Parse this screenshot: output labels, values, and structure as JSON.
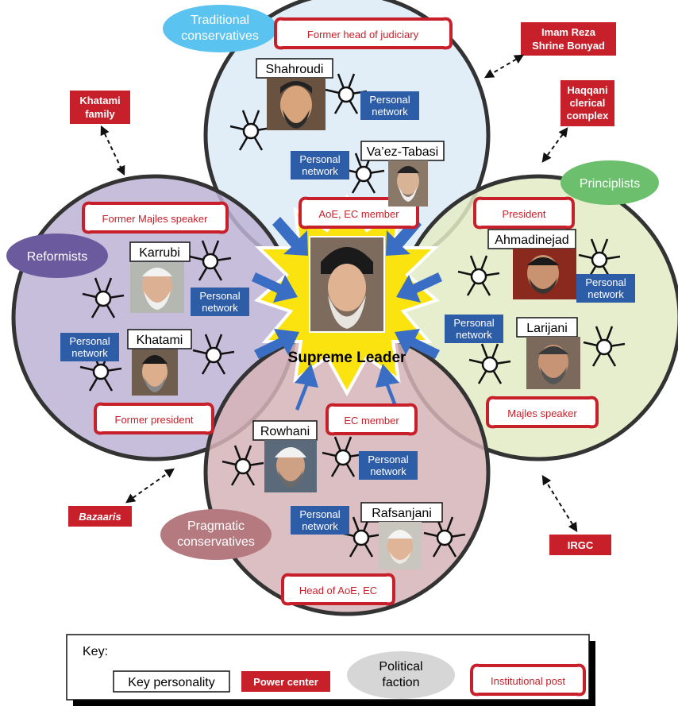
{
  "center": {
    "label": "Supreme Leader"
  },
  "factions": {
    "traditional": "Traditional conservatives",
    "reformists": "Reformists",
    "principlists": "Principlists",
    "pragmatic": "Pragmatic conservatives"
  },
  "personalities": {
    "shahroudi": "Shahroudi",
    "vaez_tabasi": "Va’ez-Tabasi",
    "karrubi": "Karrubi",
    "khatami": "Khatami",
    "ahmadinejad": "Ahmadinejad",
    "larijani": "Larijani",
    "rowhani": "Rowhani",
    "rafsanjani": "Rafsanjani"
  },
  "posts": {
    "shahroudi": "Former head of judiciary",
    "vaez_tabasi": "AoE, EC member",
    "karrubi": "Former Majles speaker",
    "khatami": "Former president",
    "ahmadinejad": "President",
    "larijani": "Majles speaker",
    "rowhani": "EC member",
    "rafsanjani": "Head of AoE, EC"
  },
  "network_label": "Personal network",
  "power_centers": {
    "imam_reza": "Imam Reza Shrine Bonyad",
    "haqqani": "Haqqani clerical complex",
    "khatami_family": "Khatami family",
    "bazaaris": "Bazaaris",
    "irgc": "IRGC"
  },
  "key": {
    "title": "Key:",
    "personality": "Key personality",
    "power_center": "Power center",
    "faction": "Political faction",
    "post": "Institutional post"
  },
  "colors": {
    "traditional_fill": "#dcebf7",
    "reformist_fill": "#bdb3d6",
    "principlist_fill": "#e3ebc4",
    "pragmatic_fill": "#d6b4b9",
    "accent_red": "#c8202a",
    "network_blue": "#2e5da8",
    "arrow_blue": "#3a6ec4",
    "star_yellow": "#fbe30f"
  }
}
